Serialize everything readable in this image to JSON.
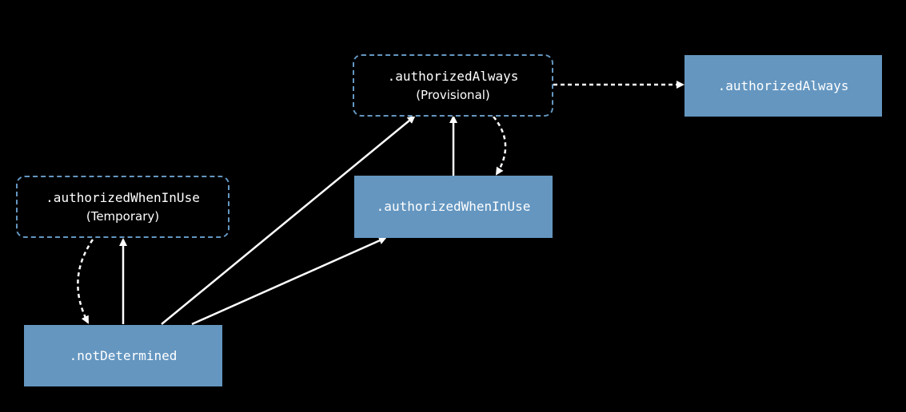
{
  "nodes": {
    "not_determined": {
      "label": ".notDetermined"
    },
    "when_in_use_temporary": {
      "label": ".authorizedWhenInUse",
      "sub": "(Temporary)"
    },
    "when_in_use": {
      "label": ".authorizedWhenInUse"
    },
    "always_provisional": {
      "label": ".authorizedAlways",
      "sub": "(Provisional)"
    },
    "always": {
      "label": ".authorizedAlways"
    }
  },
  "colors": {
    "background": "#000000",
    "box_fill": "#6496c0",
    "dashed_border": "#6496c0",
    "arrow": "#ffffff"
  }
}
